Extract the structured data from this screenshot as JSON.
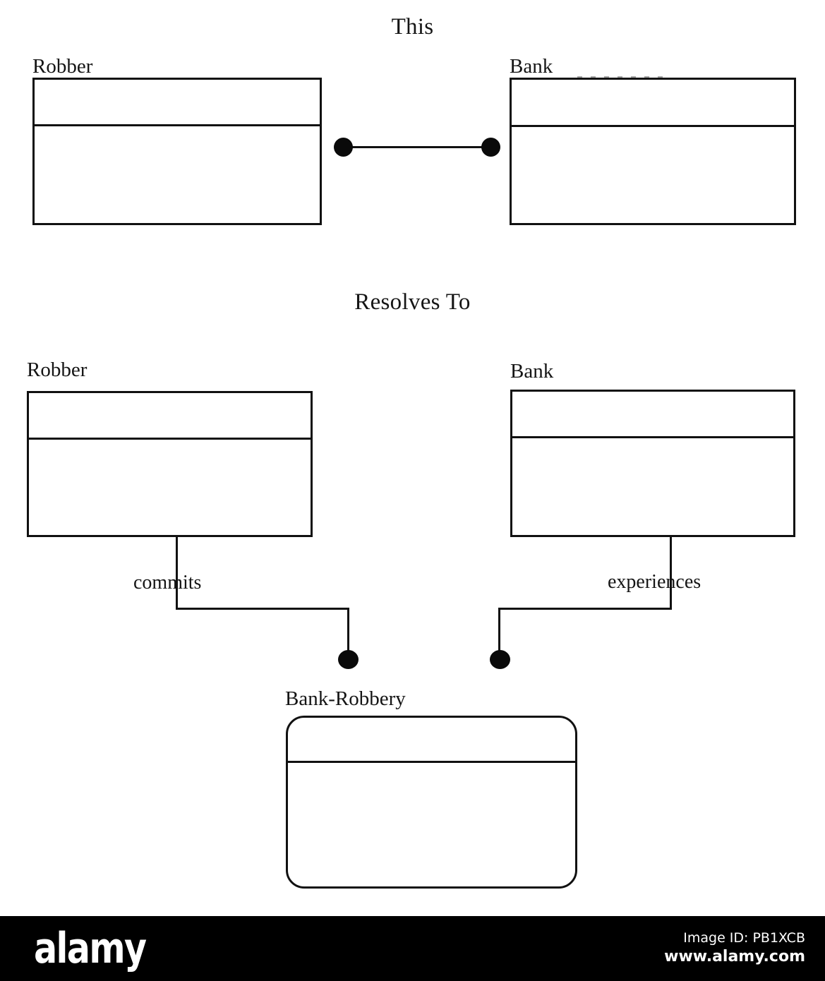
{
  "diagram": {
    "sections": [
      {
        "id": "this",
        "title": "This",
        "classes": [
          {
            "name": "Robber"
          },
          {
            "name": "Bank"
          }
        ],
        "association": {
          "kind": "binary-association",
          "end_markers": [
            "filled-dot",
            "filled-dot"
          ]
        }
      },
      {
        "id": "resolves-to",
        "title": "Resolves To",
        "classes": [
          {
            "name": "Robber"
          },
          {
            "name": "Bank"
          },
          {
            "name": "Bank-Robbery",
            "shape": "rounded-rectangle"
          }
        ],
        "associations": [
          {
            "from": "Robber",
            "to": "Bank-Robbery",
            "role": "commits",
            "end_marker": "filled-dot"
          },
          {
            "from": "Bank",
            "to": "Bank-Robbery",
            "role": "experiences",
            "end_marker": "filled-dot"
          }
        ]
      }
    ],
    "colors": {
      "stroke": "#111111",
      "fill": "#ffffff",
      "text": "#151515",
      "dot": "#0a0a0a"
    }
  },
  "footer": {
    "logo": "alamy",
    "image_id": "Image ID: PB1XCB",
    "url": "www.alamy.com",
    "background": "#000000",
    "text_color": "#ffffff"
  }
}
